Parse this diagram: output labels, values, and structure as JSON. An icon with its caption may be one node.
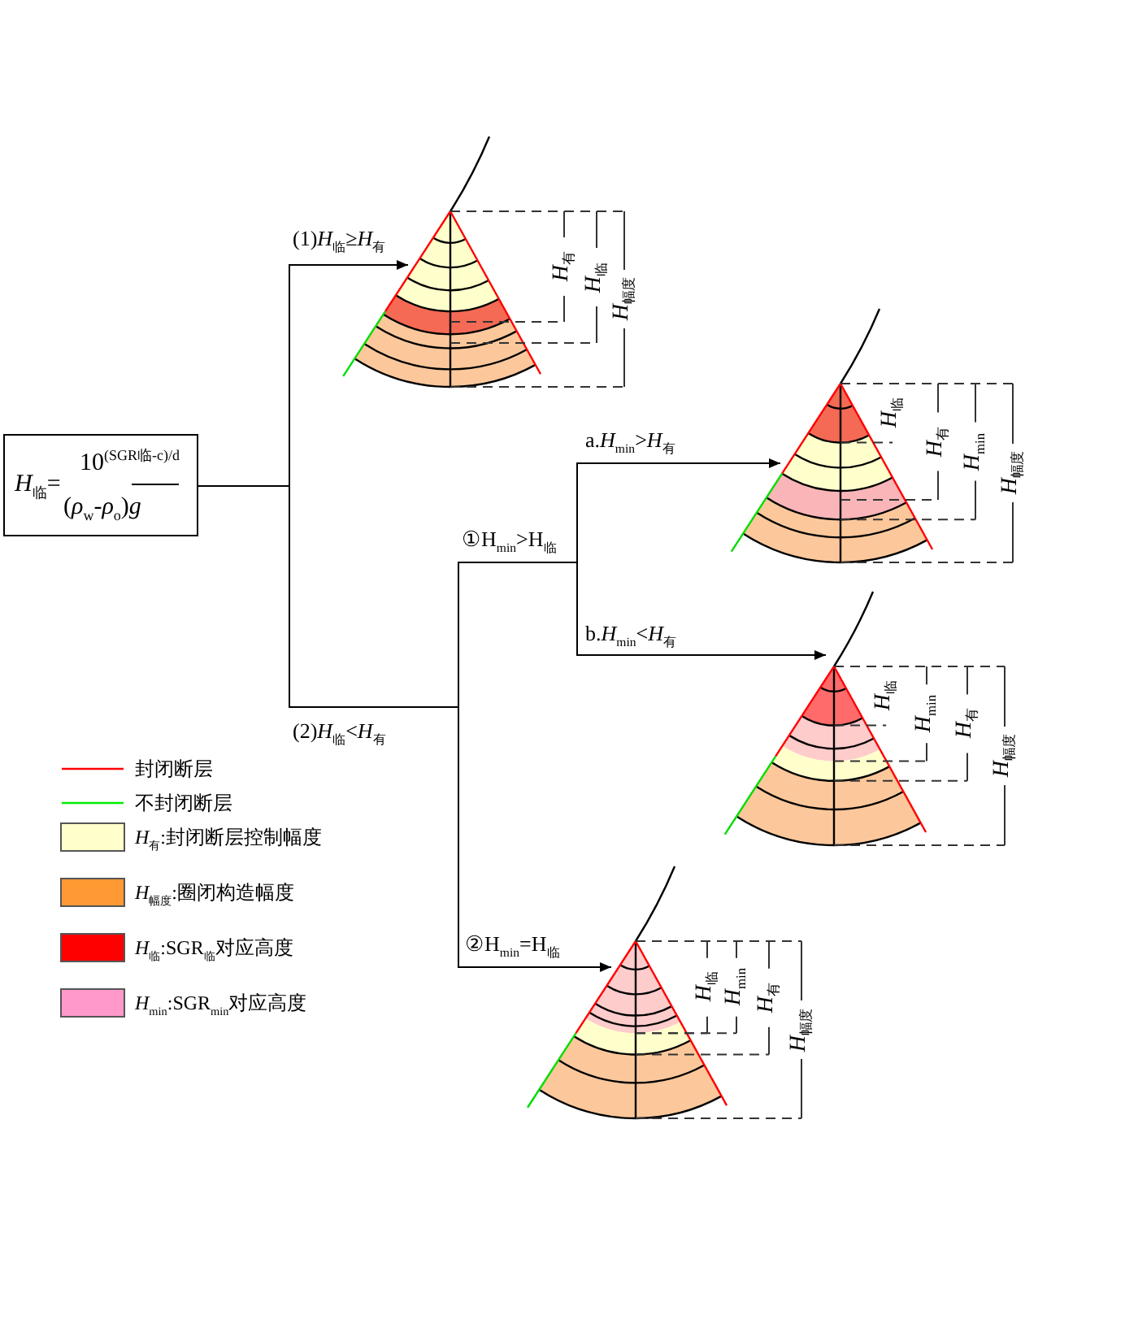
{
  "diagram": {
    "nodes": [
      {
        "text": [
          "*H*$_{临}$=",
          "10$^{(SGR临-c)/d}$",
          "(*ρ*$_{w}$-*ρ*$_{o}$)*g*"
        ]
      },
      {
        "text": [
          "*H*$_{有}$",
          "*H*$_{临}$",
          "*H*$_{幅度}$"
        ]
      },
      {
        "text": [
          "*H*$_{临}$",
          "*H*$_{有}$",
          "*H*$_{min}$",
          "*H*$_{幅度}$"
        ]
      },
      {
        "text": [
          "*H*$_{临}$",
          "*H*$_{min}$",
          "*H*$_{有}$",
          "*H*$_{幅度}$"
        ]
      },
      {
        "text": [
          "*H*$_{临}$",
          "*H*$_{min}$",
          "*H*$_{有}$",
          "*H*$_{幅度}$"
        ]
      }
    ],
    "edges": [
      {
        "from": 0,
        "to": 1,
        "arrow": "to",
        "label": "(1)*H*$_{临}$≥*H*$_{有}$"
      },
      {
        "from": 0,
        "to": 2,
        "arrow": "to",
        "label": "a.*H*$_{min}$>*H*$_{有}$"
      },
      {
        "from": 0,
        "to": 3,
        "arrow": "to",
        "label": "b.*H*$_{min}$<*H*$_{有}$"
      },
      {
        "from": 0,
        "to": 4,
        "arrow": "to",
        "label": "②H$_{min}$=H$_{临}$"
      }
    ],
    "labels": [
      "①H$_{min}$>H$_{临}$",
      "(2)*H*$_{临}$<*H*$_{有}$"
    ],
    "legend": [
      {
        "text": "封闭断层"
      },
      {
        "text": "不封闭断层"
      },
      {
        "text": "*H*$_{有}$:封闭断层控制幅度",
        "color": "#ffffcc"
      },
      {
        "text": "*H*$_{幅度}$:圈闭构造幅度",
        "color": "#ff9933"
      },
      {
        "text": "*H*$_{临}$:SGR$_{临}$对应高度",
        "color": "#ff0000"
      },
      {
        "text": "*H*$_{min}$:SGR$_{min}$对应高度",
        "color": "#ff99cc"
      }
    ]
  }
}
